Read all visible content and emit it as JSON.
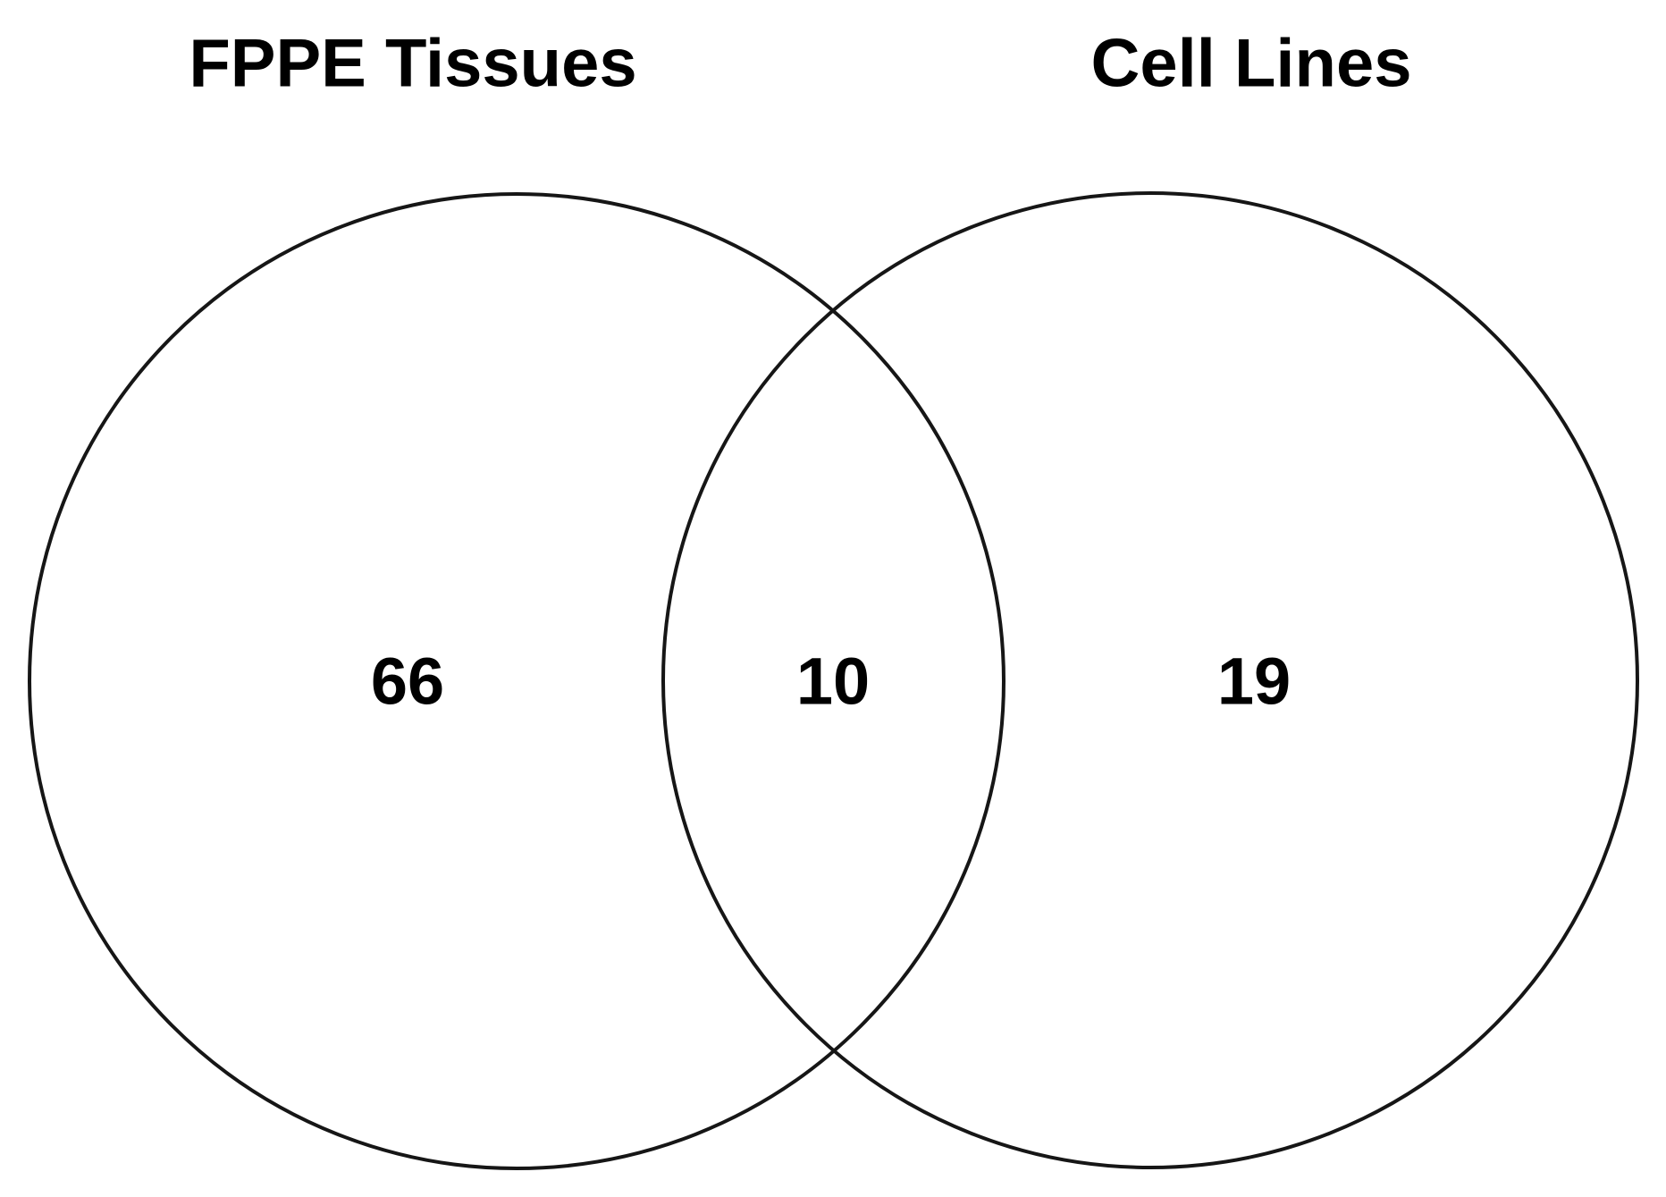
{
  "figure": {
    "type": "venn-diagram",
    "background_color": "#ffffff",
    "outline_color": "#161616",
    "text_color": "#000000"
  },
  "venn": {
    "left": {
      "label": "FPPE Tissues",
      "unique_count": "66"
    },
    "right": {
      "label": "Cell Lines",
      "unique_count": "19"
    },
    "overlap": {
      "count": "10"
    }
  }
}
